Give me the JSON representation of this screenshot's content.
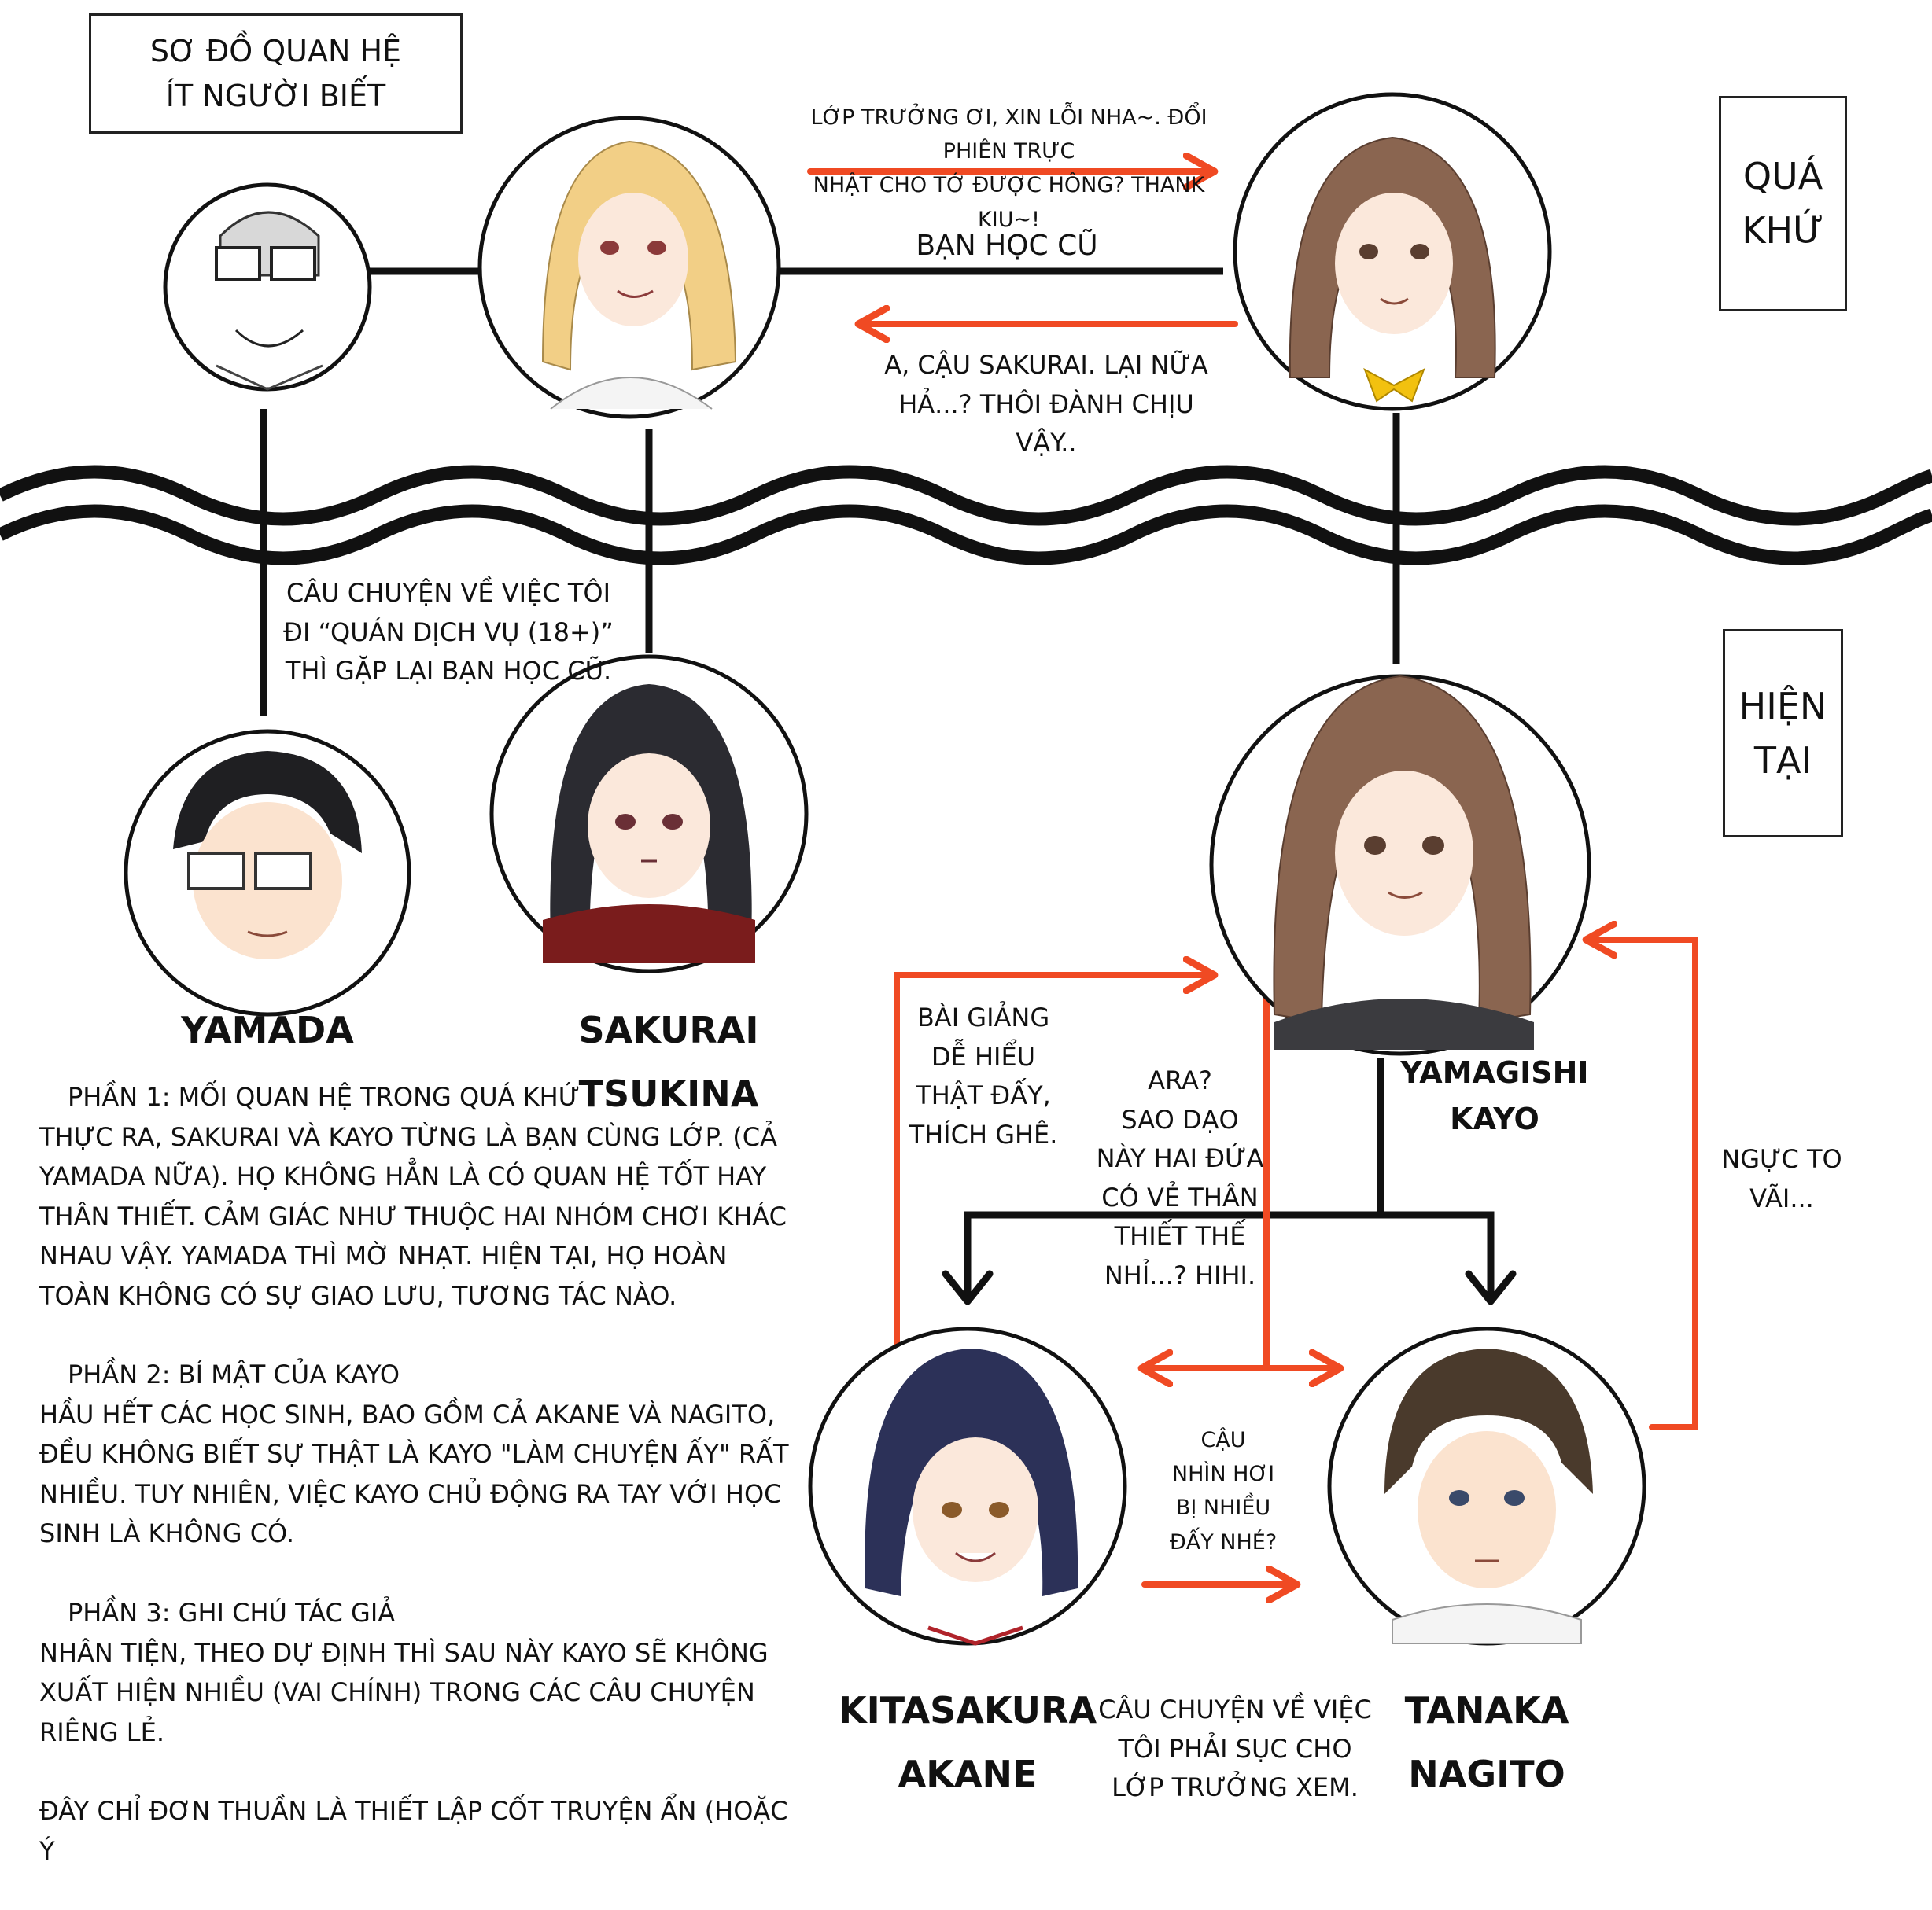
{
  "title_box": {
    "text": "SƠ ĐỒ QUAN HỆ\nÍT NGƯỜI BIẾT"
  },
  "period_labels": {
    "past": "QUÁ\nKHỨ",
    "present": "HIỆN\nTẠI"
  },
  "characters": {
    "yamada": "YAMADA",
    "sakurai": "SAKURAI\nTSUKINA",
    "yamagishi": "YAMAGISHI\nKAYO",
    "kitasakura": "KITASAKURA\nAKANE",
    "tanaka": "TANAKA\nNAGITO"
  },
  "relations": {
    "sakurai_to_kayo_past": "LỚP TRƯỞNG ƠI, XIN LỖI NHA~. ĐỔI PHIÊN TRỰC\nNHẬT CHO TỚ ĐƯỢC HÔNG? THANK KIU~!",
    "classmates": "BẠN HỌC CŨ",
    "kayo_to_sakurai_past": "A, CẬU SAKURAI. LẠI NỮA\nHẢ...? THÔI ĐÀNH CHỊU VẬY..",
    "yamada_sakurai_present": "CÂU CHUYỆN VỀ VIỆC TÔI\nĐI “QUÁN DỊCH VỤ (18+)”\nTHÌ GẶP LẠI BẠN HỌC CŨ.",
    "akane_to_kayo": "BÀI GIẢNG\nDỄ HIỂU\nTHẬT ĐẤY,\nTHÍCH GHÊ.",
    "kayo_comment": "ARA?\nSAO DẠO\nNÀY HAI ĐỨA\nCÓ VẺ THÂN\nTHIẾT THẾ\nNHỈ...? HIHI.",
    "nagito_to_kayo": "NGỰC TO\nVÃI...",
    "akane_to_nagito": "CẬU\nNHÌN HƠI\nBỊ NHIỀU\nĐẤY NHÉ?",
    "story_akane_nagito": "CÂU CHUYỆN VỀ VIỆC\nTÔI PHẢI SỤC CHO\nLỚP TRƯỞNG XEM."
  },
  "notes": [
    {
      "title": "PHẦN 1: MỐI QUAN HỆ TRONG QUÁ KHỨ",
      "body": "THỰC RA, SAKURAI VÀ KAYO TỪNG LÀ BẠN CÙNG LỚP. (CẢ YAMADA NỮA). HỌ KHÔNG HẲN LÀ CÓ QUAN HỆ TỐT HAY THÂN THIẾT. CẢM GIÁC NHƯ THUỘC HAI NHÓM CHƠI KHÁC NHAU VẬY. YAMADA THÌ MỜ NHẠT. HIỆN TẠI, HỌ HOÀN TOÀN KHÔNG CÓ SỰ GIAO LƯU, TƯƠNG TÁC NÀO."
    },
    {
      "title": "PHẦN 2: BÍ MẬT CỦA KAYO",
      "body": "HẦU HẾT CÁC HỌC SINH, BAO GỒM CẢ AKANE VÀ NAGITO, ĐỀU KHÔNG BIẾT SỰ THẬT LÀ KAYO \"LÀM CHUYỆN ẤY\" RẤT NHIỀU. TUY NHIÊN, VIỆC KAYO CHỦ ĐỘNG RA TAY VỚI HỌC SINH LÀ KHÔNG CÓ."
    },
    {
      "title": "PHẦN 3: GHI CHÚ TÁC GIẢ",
      "body": "NHÂN TIỆN, THEO DỰ ĐỊNH THÌ SAU NÀY KAYO SẼ KHÔNG XUẤT HIỆN NHIỀU (VAI CHÍNH) TRONG CÁC CÂU CHUYỆN RIÊNG LẺ."
    },
    {
      "title": "",
      "body": "ĐÂY CHỈ ĐƠN THUẦN LÀ THIẾT LẬP CỐT TRUYỆN ẨN (HOẶC Ý"
    }
  ],
  "colors": {
    "arrow_red": "#f04a23",
    "line_black": "#111111",
    "hair_blonde": "#f2cf86",
    "hair_black": "#2b2b31",
    "hair_brown": "#8a6550",
    "hair_navy": "#2c3158",
    "hair_darkbrown": "#4a3a2c",
    "bow_yellow": "#f2c10f"
  }
}
